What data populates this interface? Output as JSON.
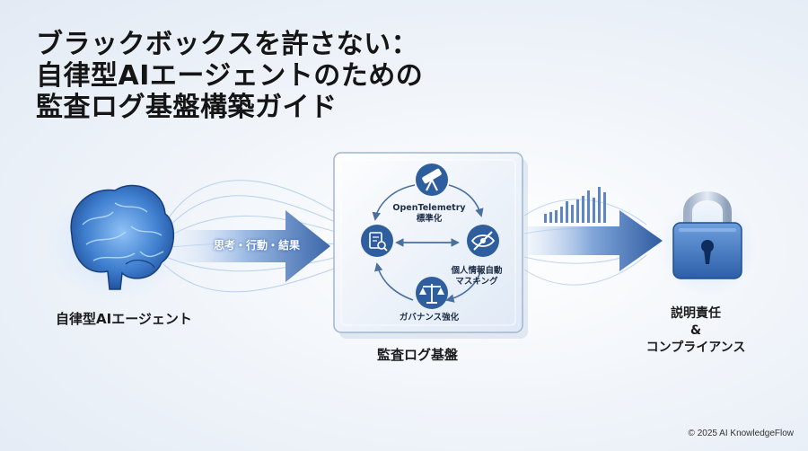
{
  "title": {
    "line1": "ブラックボックスを許さない：",
    "line2": "自律型AIエージェントのための",
    "line3": "監査ログ基盤構築ガイド"
  },
  "agent": {
    "label": "自律型AIエージェント",
    "icon": "brain-icon"
  },
  "flow": {
    "label": "思考・行動・結果"
  },
  "platform": {
    "label": "監査ログ基盤",
    "items": [
      {
        "label_line1": "OpenTelemetry",
        "label_line2": "標準化",
        "icon": "telescope-icon"
      },
      {
        "label_line1": "個人情報自動",
        "label_line2": "マスキング",
        "icon": "eye-off-icon"
      },
      {
        "label_line1": "ガバナンス強化",
        "icon": "scales-icon"
      },
      {
        "icon": "document-search-icon"
      }
    ]
  },
  "output": {
    "line1": "説明責任",
    "line2": "&",
    "line3": "コンプライアンス",
    "icon": "padlock-icon"
  },
  "footer": {
    "copyright": "© 2025 AI KnowledgeFlow"
  },
  "colors": {
    "accent": "#3a68ad",
    "dark_blue": "#1f4f94",
    "light_blue": "#8fb5e3",
    "glow": "#cfe2fb"
  }
}
